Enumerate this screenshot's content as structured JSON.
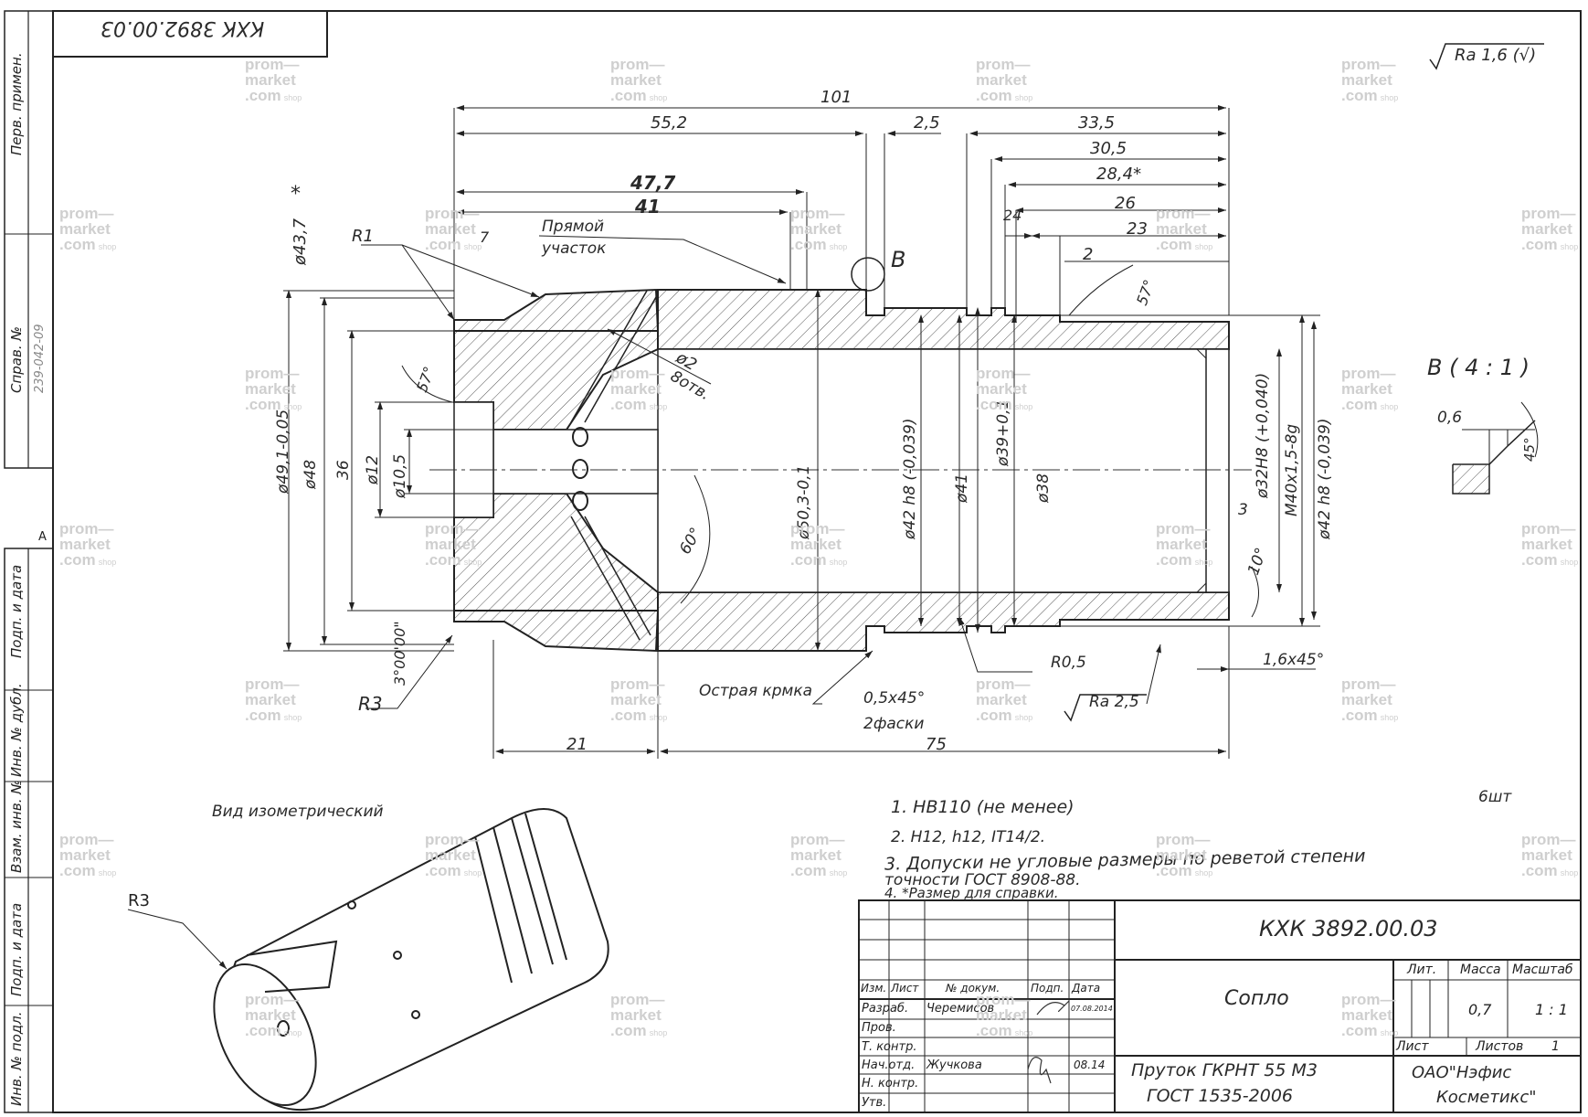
{
  "document": {
    "code_mirrored": "КХК 3892.00.03",
    "code": "КХК 3892.00.03",
    "roughness_general": "Ra 1,6 (√)",
    "view_b_label": "В",
    "view_b_title": "В ( 4 : 1 )",
    "name": "Сопло",
    "material_line1": "Пруток ГКРНТ 55  М3",
    "material_line2": "ГОСТ 1535-2006",
    "company_line1": "ОАО\"Нэфис",
    "company_line2": "Косметикс\"",
    "iso_view_title": "Вид изометрический",
    "quantity_note": "6шт"
  },
  "left_strip": {
    "perv_primen": "Перв. примен.",
    "sprav_no": "Справ. №",
    "sprav_value": "239-042-09",
    "podp_data_1": "Подп. и дата",
    "inv_dubl": "Инв. № дубл.",
    "vzam_inv": "Взам. инв. №",
    "podp_data_2": "Подп. и дата",
    "inv_podl": "Инв. № подл.",
    "marker_a": "A"
  },
  "dimensions": {
    "d101": "101",
    "d55_2": "55,2",
    "d2_5": "2,5",
    "d33_5": "33,5",
    "d30_5": "30,5",
    "d28_4": "28,4*",
    "d47_7": "47,7",
    "d41": "41",
    "d26": "26",
    "d24": "24",
    "d23": "23",
    "d2": "2",
    "d43_7": "ø43,7",
    "star": "*",
    "r1": "R1",
    "d7": "7",
    "straight1": "Прямой",
    "straight2": "участок",
    "a57_top": "57°",
    "a57_left": "57°",
    "d2_holes": "ø2",
    "holes8": "8отв.",
    "d49_1": "ø49,1-0,05",
    "d48": "ø48",
    "d36": "36",
    "d12": "ø12",
    "d10_5": "ø10,5",
    "d50_3": "ø50,3-0,1",
    "d42h8_a": "ø42 h8 (-0,039)",
    "d41b": "ø41",
    "d39": "ø39+0,1",
    "d38": "ø38",
    "d32h8": "ø32H8 (+0,040)",
    "m40": "M40x1,5-8g",
    "d42h8_b": "ø42 h8 (-0,039)",
    "d3": "3",
    "a10": "10°",
    "a60": "60°",
    "a3deg": "3°00'00\"",
    "r3": "R3",
    "r0_5": "R0,5",
    "ra2_5": "Ra 2,5",
    "ch16": "1,6x45°",
    "sharp_edge": "Острая крмка",
    "ch05": "0,5x45°",
    "two_chamfers": "2фаски",
    "d21": "21",
    "d75": "75",
    "vb_06": "0,6",
    "vb_45": "45°",
    "iso_r3": "R3"
  },
  "notes": [
    "1.  НВ110  (не менее)",
    "2.  H12, h12, IT14/2.",
    "3. Допуски не угловые размеры по реветой степени",
    "     точности ГОСТ 8908-88.",
    "4.  *Размер для справки."
  ],
  "title_block": {
    "h_izm": "Изм.",
    "h_list": "Лист",
    "h_doc": "№ докум.",
    "h_podp": "Подп.",
    "h_date": "Дата",
    "r_razrab": "Разраб.",
    "r_prov": "Пров.",
    "r_tkontr": "Т. контр.",
    "r_nachotd": "Нач.отд.",
    "r_nkontr": "Н. контр.",
    "r_utv": "Утв.",
    "razrab_name": "Черемисов",
    "razrab_date": "07.08.2014",
    "nachotd_name": "Жучкова",
    "nachotd_date": "08.14",
    "lit": "Лит.",
    "massa": "Масса",
    "masshtab": "Масштаб",
    "massa_val": "0,7",
    "masshtab_val": "1 : 1",
    "list": "Лист",
    "listov": "Листов",
    "listov_val": "1"
  },
  "watermark": {
    "line1": "prom—",
    "line2": "market",
    "line3": ".com",
    "suffix": "shop"
  },
  "colors": {
    "ink": "#222222",
    "hatch": "#444444",
    "watermark": "#cfcfcf"
  }
}
